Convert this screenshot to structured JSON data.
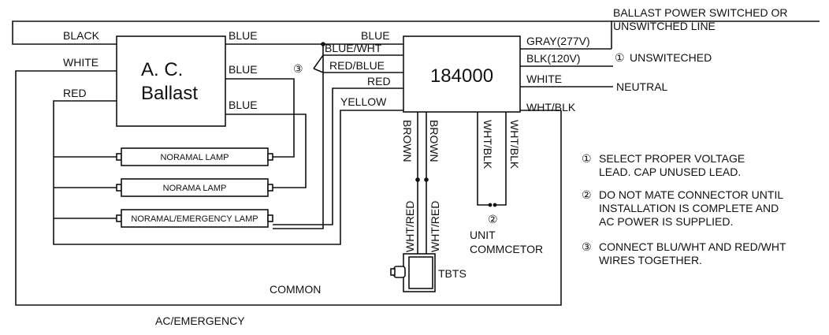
{
  "top_label_line1": "BALLAST POWER SWITCHED OR",
  "top_label_line2": "UNSWITCHED LINE",
  "ballast": {
    "line1": "A. C.",
    "line2": "Ballast"
  },
  "module": {
    "id": "184000"
  },
  "wire_labels": {
    "black": "BLACK",
    "white": "WHITE",
    "red": "RED",
    "blue1": "BLUE",
    "blue2": "BLUE",
    "blue3": "BLUE",
    "blue_in": "BLUE",
    "blue_wht": "BLUE/WHT",
    "red_blue": "RED/BLUE",
    "red_in": "RED",
    "yellow": "YELLOW",
    "gray": "GRAY(277V)",
    "blk120": "BLK(120V)",
    "white_out": "WHITE",
    "wht_blk": "WHT/BLK",
    "unswitched": "UNSWITECHED",
    "neutral": "NEUTRAL",
    "brown1": "BROWN",
    "brown2": "BROWN",
    "wht_red1": "WHT/RED",
    "wht_red2": "WHT/RED",
    "wht_blk_v1": "WHT/BLK",
    "wht_blk_v2": "WHT/BLK",
    "common": "COMMON",
    "ac_emergency": "AC/EMERGENCY"
  },
  "lamps": [
    "NORAMAL LAMP",
    "NORAMA LAMP",
    "NORAMAL/EMERGENCY LAMP"
  ],
  "markers": {
    "m1": "①",
    "m2": "②",
    "m3": "③"
  },
  "unit_connector": {
    "line1": "UNIT",
    "line2": "COMMCETOR"
  },
  "tbts": "TBTS",
  "notes": [
    {
      "num": "①",
      "lines": [
        "SELECT PROPER VOLTAGE",
        "LEAD. CAP UNUSED LEAD."
      ]
    },
    {
      "num": "②",
      "lines": [
        "DO NOT MATE CONNECTOR UNTIL",
        "INSTALLATION IS COMPLETE AND",
        "AC POWER IS SUPPLIED."
      ]
    },
    {
      "num": "③",
      "lines": [
        "CONNECT BLU/WHT AND RED/WHT",
        "WIRES TOGETHER."
      ]
    }
  ]
}
